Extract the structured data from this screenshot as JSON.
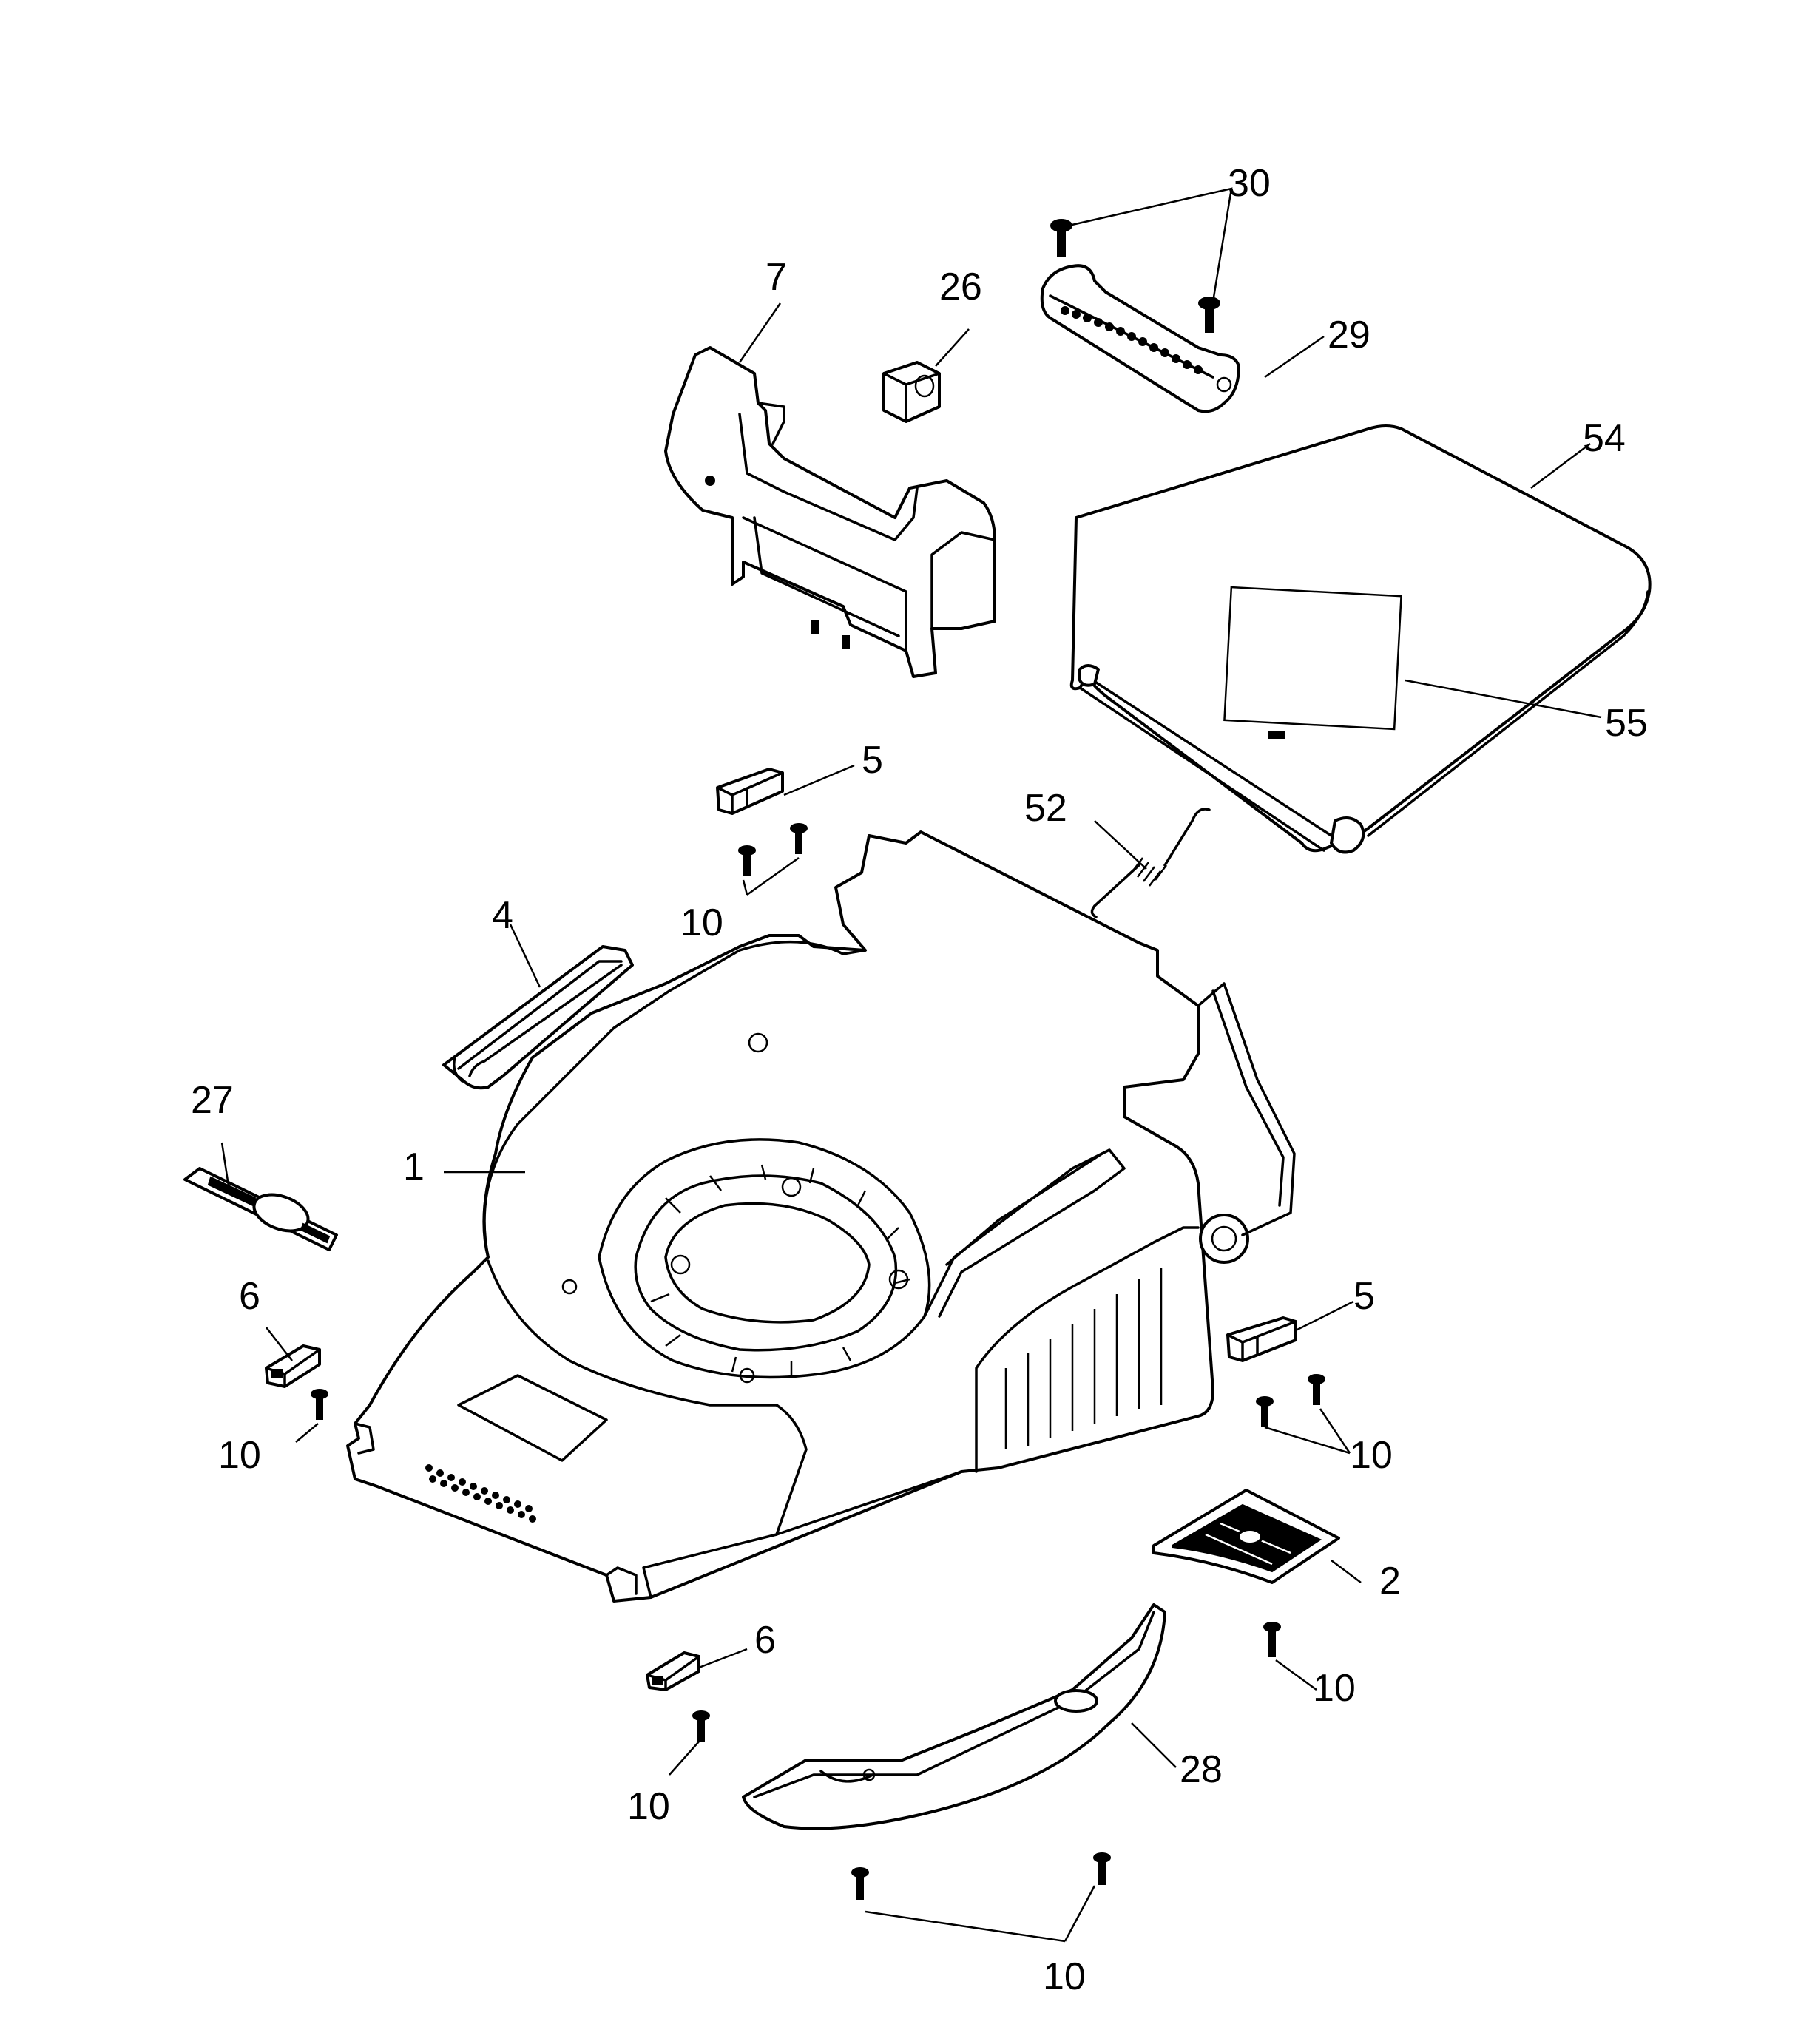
{
  "callouts": [
    {
      "id": "c30",
      "text": "30"
    },
    {
      "id": "c7",
      "text": "7"
    },
    {
      "id": "c26",
      "text": "26"
    },
    {
      "id": "c29",
      "text": "29"
    },
    {
      "id": "c54",
      "text": "54"
    },
    {
      "id": "c55",
      "text": "55"
    },
    {
      "id": "c5a",
      "text": "5"
    },
    {
      "id": "c52",
      "text": "52"
    },
    {
      "id": "c10a",
      "text": "10"
    },
    {
      "id": "c4",
      "text": "4"
    },
    {
      "id": "c27",
      "text": "27"
    },
    {
      "id": "c1",
      "text": "1"
    },
    {
      "id": "c6a",
      "text": "6"
    },
    {
      "id": "c5b",
      "text": "5"
    },
    {
      "id": "c10b",
      "text": "10"
    },
    {
      "id": "c10c",
      "text": "10"
    },
    {
      "id": "c2",
      "text": "2"
    },
    {
      "id": "c6b",
      "text": "6"
    },
    {
      "id": "c10d",
      "text": "10"
    },
    {
      "id": "c28",
      "text": "28"
    },
    {
      "id": "c10e",
      "text": "10"
    },
    {
      "id": "c10f",
      "text": "10"
    }
  ],
  "colors": {
    "ink": "#000000",
    "paper": "#ffffff"
  }
}
